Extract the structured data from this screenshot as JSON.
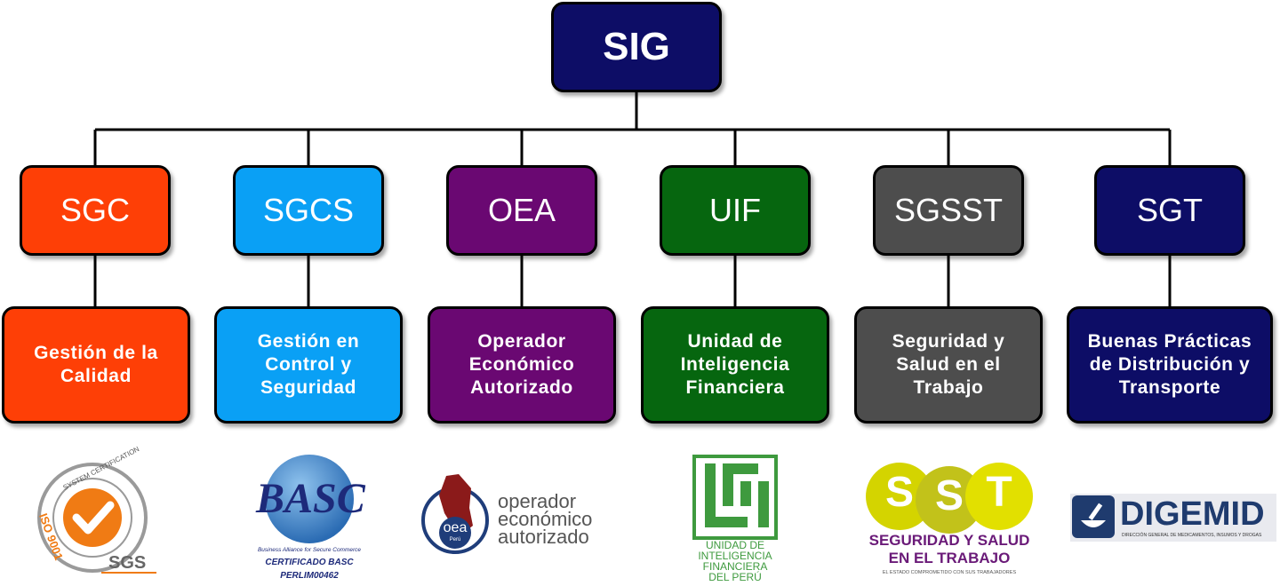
{
  "root": {
    "label": "SIG",
    "color": "#0d0d66"
  },
  "systems": [
    {
      "code": "SGC",
      "color": "#fe3f06",
      "description": "Gestión de la Calidad"
    },
    {
      "code": "SGCS",
      "color": "#0aa0f5",
      "description": "Gestión en Control y Seguridad"
    },
    {
      "code": "OEA",
      "color": "#6a0872",
      "description": "Operador Económico Autorizado"
    },
    {
      "code": "UIF",
      "color": "#06660f",
      "description": "Unidad de Inteligencia Financiera"
    },
    {
      "code": "SGSST",
      "color": "#4d4d4d",
      "description": "Seguridad y Salud en el Trabajo"
    },
    {
      "code": "SGT",
      "color": "#0d0d66",
      "description": "Buenas Prácticas de Distribución y Transporte"
    }
  ],
  "logos": {
    "sgs": {
      "ring_text": "SYSTEM CERTIFICATION",
      "standard": "ISO 9001",
      "brand": "SGS"
    },
    "basc": {
      "mark": "BASC",
      "tagline": "Business Alliance for Secure Commerce",
      "certificate": "CERTIFICADO BASC",
      "code": "PERLIM00462"
    },
    "oea": {
      "mark": "oea",
      "country": "Perú",
      "line1": "operador",
      "line2": "económico",
      "line3": "autorizado"
    },
    "uif": {
      "line1": "UNIDAD DE",
      "line2": "INTELIGENCIA",
      "line3": "FINANCIERA",
      "line4": "DEL PERÚ"
    },
    "sst": {
      "letters": [
        "S",
        "S",
        "T"
      ],
      "title1": "SEGURIDAD Y SALUD",
      "title2": "EN EL TRABAJO",
      "tagline": "EL ESTADO COMPROMETIDO CON SUS TRABAJADORES"
    },
    "digemid": {
      "name": "DIGEMID",
      "tagline": "DIRECCIÓN GENERAL DE MEDICAMENTOS, INSUMOS Y DROGAS"
    }
  }
}
